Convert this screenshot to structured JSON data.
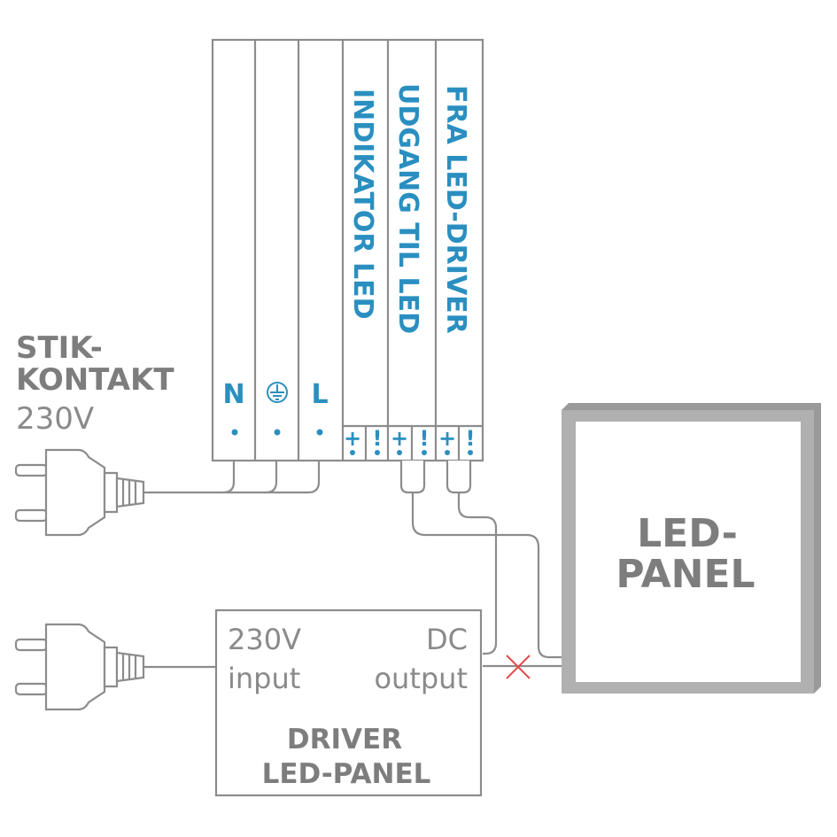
{
  "colors": {
    "grey_line": "#8c8c8c",
    "grey_text": "#7d7d7d",
    "blue_text": "#2a8fc0",
    "cross_red": "#e24a4a",
    "panel_frame": "#b0b0b0"
  },
  "socket_label": {
    "line1": "STIK-",
    "line2": "KONTAKT",
    "voltage": "230V"
  },
  "module": {
    "columns": [
      {
        "label": "INDIKATOR LED"
      },
      {
        "label": "UDGANG TIL LED"
      },
      {
        "label": "FRA LED-DRIVER"
      }
    ],
    "terminals": {
      "n": "N",
      "l": "L",
      "earth_icon": "earth-ground-icon",
      "plus": "+",
      "minus": "!"
    }
  },
  "led_panel": {
    "line1": "LED-",
    "line2": "PANEL"
  },
  "driver": {
    "input_line1": "230V",
    "input_line2": "input",
    "output_line1": "DC",
    "output_line2": "output",
    "name_line1": "DRIVER",
    "name_line2": "LED-PANEL"
  },
  "icons": [
    "plug-icon",
    "earth-ground-icon",
    "cross-mark-icon"
  ]
}
